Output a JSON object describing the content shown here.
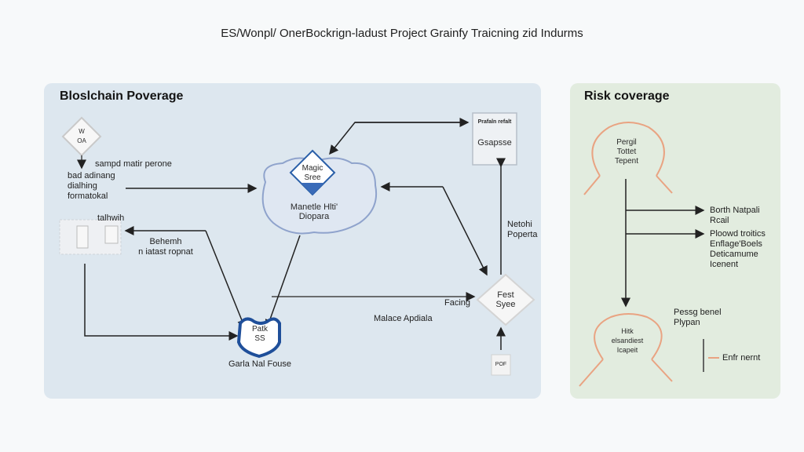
{
  "title": "ES/Wonpl/ OnerBockrign-ladust Project Grainfy Traicning zid Indurms",
  "left_panel": {
    "title": "Bloslchain Poverage",
    "nodes": {
      "top_diamond": "W\nOA",
      "magic_diamond": "Magic\nSree",
      "cloud_label": "Manetle Hlti'\nDiopara",
      "box_title": "Prafaln refalt",
      "box_body": "Gsapsse",
      "fest_diamond": "Fest\nSyee",
      "shield": "Patk\nSS",
      "shield_label": "Garla Nal Fouse",
      "stamp_label": "talhwih",
      "bottom_stamp": "POF"
    },
    "labels": {
      "sample": "sampd matir perone",
      "left_block": "bad adinang\ndialhing\nformatokal",
      "behenth": "Behemh\nn iatast ropnat",
      "netohi": "Netohi\nPoperta",
      "facing": "Facing",
      "malace": "Malace Apdiala"
    }
  },
  "right_panel": {
    "title": "Risk coverage",
    "top_cycle": "Pergil\nTottet\nTepent",
    "branch_1": "Borth Natpali\nRcail",
    "branch_2": "Ploowd troitics\nEnflage'Boels\nDeticamume\nIcenent",
    "bottom_cycle": "Hitk\nelsandiest\nIcapeit",
    "side_label": "Pessg benel\nPlypan",
    "enforcement": "Enfr nernt"
  },
  "colors": {
    "left_panel_bg": "#dde7ef",
    "right_panel_bg": "#e2ecdf",
    "accent_blue": "#2a5fa8",
    "cycle_orange": "#e9a382",
    "line": "#2a2a2a"
  }
}
